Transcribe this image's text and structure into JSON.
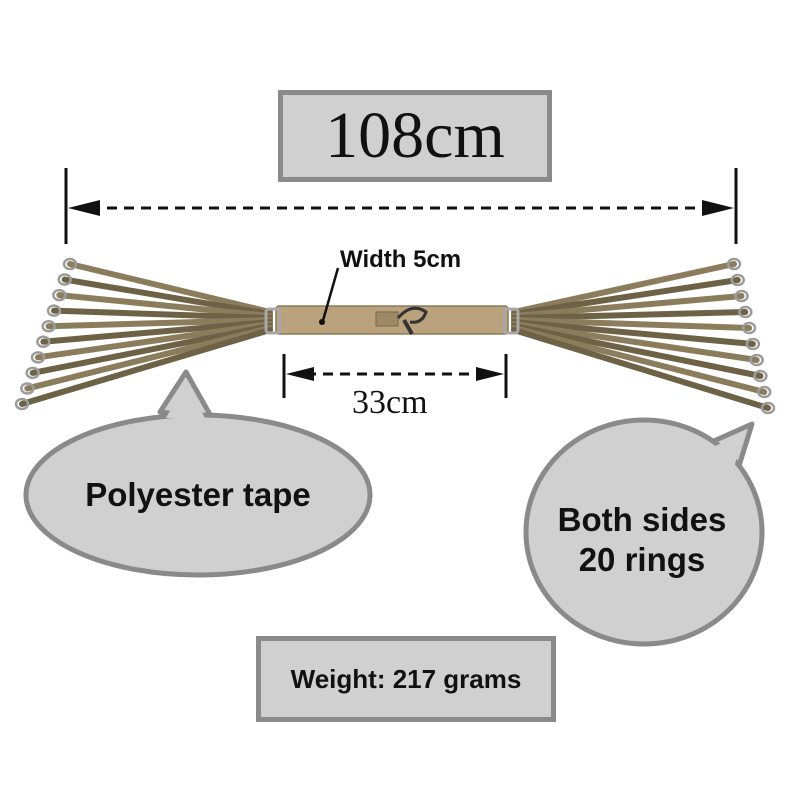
{
  "dimensions": {
    "total_length": "108cm",
    "width": "Width 5cm",
    "center_length": "33cm"
  },
  "callouts": {
    "material": "Polyester tape",
    "rings_line1": "Both sides",
    "rings_line2": "20 rings"
  },
  "weight": "Weight: 217 grams",
  "colors": {
    "strap": "#8b7d5c",
    "strap_dark": "#6e6246",
    "center_pad": "#b9a27c",
    "ring": "#9c9c9c",
    "callout_fill": "#d0d0d0",
    "callout_border": "#8a8a8a"
  },
  "rings_per_side": 10
}
